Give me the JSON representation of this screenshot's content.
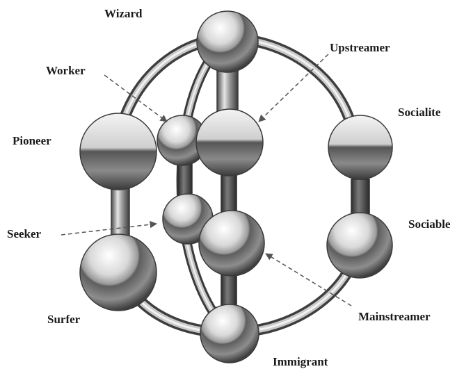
{
  "diagram": {
    "labels": {
      "wizard": "Wizard",
      "upstreamer": "Upstreamer",
      "worker": "Worker",
      "socialite": "Socialite",
      "pioneer": "Pioneer",
      "sociable": "Sociable",
      "seeker": "Seeker",
      "surfer": "Surfer",
      "mainstreamer": "Mainstreamer",
      "immigrant": "Immigrant"
    }
  }
}
